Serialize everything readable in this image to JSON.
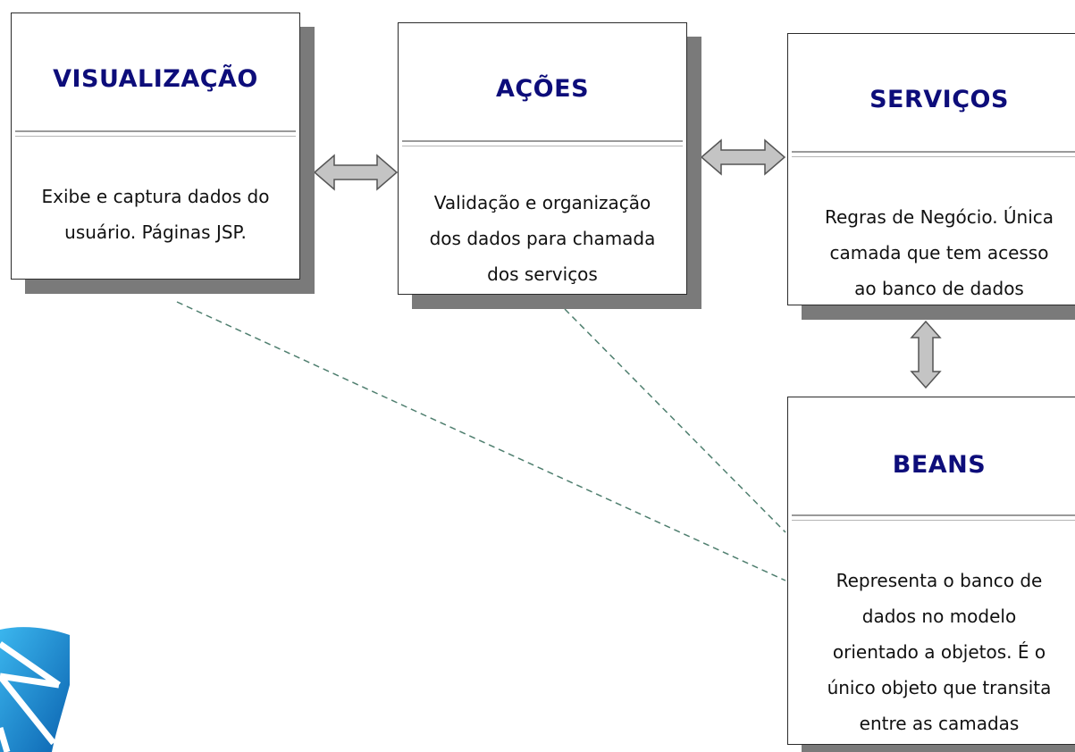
{
  "boxes": {
    "visualizacao": {
      "title": "VISUALIZAÇÃO",
      "lines": [
        "Exibe e captura dados do",
        "usuário. Páginas JSP."
      ]
    },
    "acoes": {
      "title": "AÇÕES",
      "lines": [
        "Validação e organização",
        "dos dados para chamada",
        "dos serviços"
      ]
    },
    "servicos": {
      "title": "SERVIÇOS",
      "lines": [
        "Regras de Negócio. Única",
        "camada que tem acesso",
        "ao banco de dados"
      ]
    },
    "beans": {
      "title": "BEANS",
      "lines": [
        "Representa o banco de",
        "dados no modelo",
        "orientado a objetos. É o",
        "único objeto que transita",
        "entre as camadas"
      ]
    }
  },
  "colors": {
    "title": "#0d0d7a",
    "shadow": "#7a7a7a",
    "arrow_fill": "#c4c4c4",
    "dashed_line": "#4f7f6f",
    "logo_blue": "#1a8fd6"
  }
}
